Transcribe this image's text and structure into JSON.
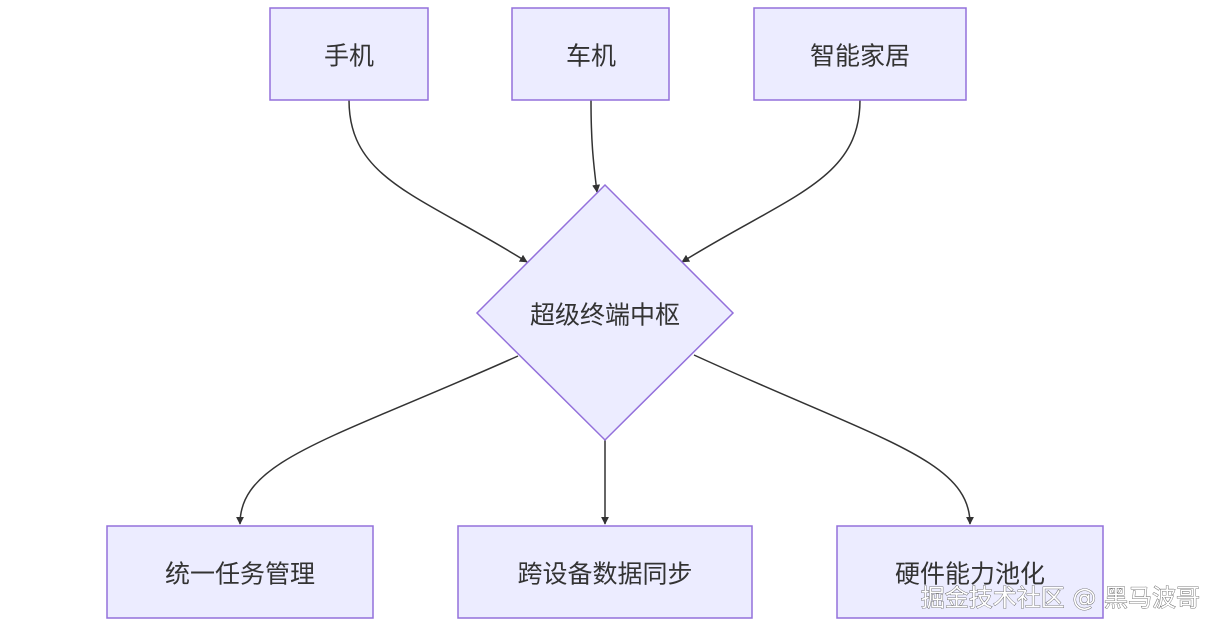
{
  "colors": {
    "node_fill": "#ECECFF",
    "node_stroke": "#9370DB",
    "edge": "#333333",
    "text": "#333333"
  },
  "nodes": {
    "phone": "手机",
    "car": "车机",
    "smart_home": "智能家居",
    "hub": "超级终端中枢",
    "task_mgmt": "统一任务管理",
    "data_sync": "跨设备数据同步",
    "hw_pool": "硬件能力池化"
  },
  "edges": [
    {
      "from": "phone",
      "to": "hub"
    },
    {
      "from": "car",
      "to": "hub"
    },
    {
      "from": "smart_home",
      "to": "hub"
    },
    {
      "from": "hub",
      "to": "task_mgmt"
    },
    {
      "from": "hub",
      "to": "data_sync"
    },
    {
      "from": "hub",
      "to": "hw_pool"
    }
  ],
  "watermark": "掘金技术社区 @ 黑马波哥"
}
